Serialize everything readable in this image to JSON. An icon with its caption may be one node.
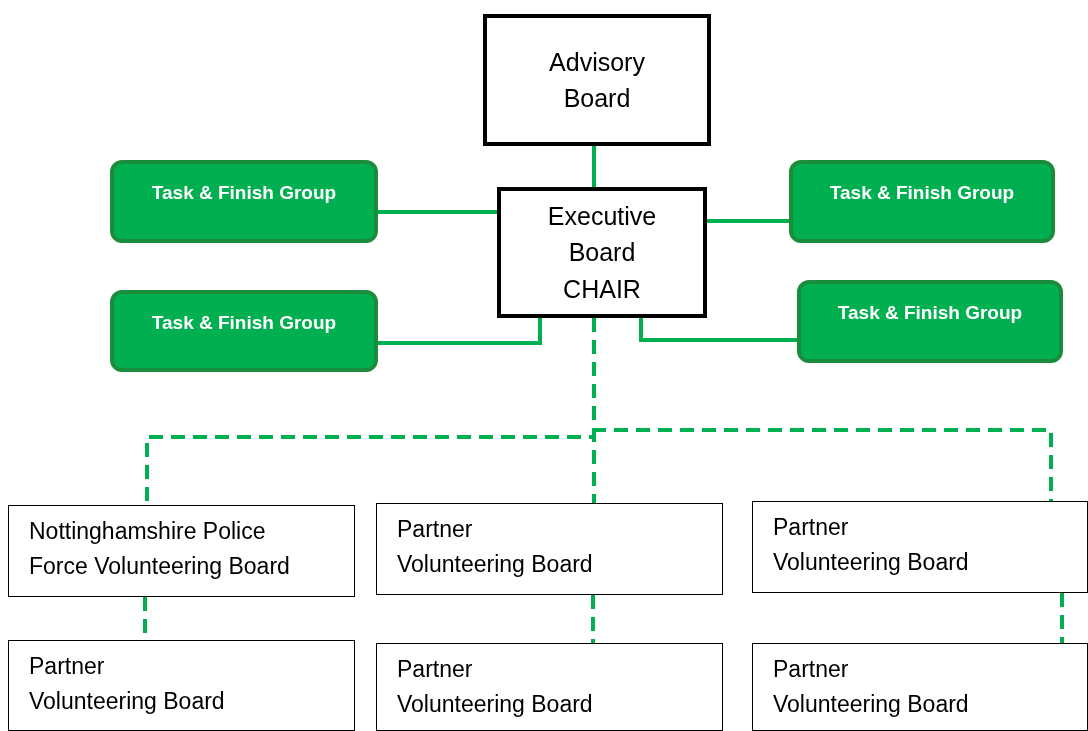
{
  "diagram": {
    "nodes": [
      {
        "text": [
          "Advisory Board"
        ]
      },
      {
        "text": [
          "Task & Finish Group"
        ]
      },
      {
        "text": [
          "Executive Board CHAIR"
        ]
      },
      {
        "text": [
          "Task & Finish Group"
        ]
      },
      {
        "text": [
          "Task & Finish Group"
        ]
      },
      {
        "text": [
          "Task & Finish Group"
        ]
      },
      {
        "text": [
          "Nottinghamshire Police Force Volunteering Board"
        ]
      },
      {
        "text": [
          "Partner Volunteering Board"
        ]
      },
      {
        "text": [
          "Partner Volunteering Board"
        ]
      },
      {
        "text": [
          "Partner Volunteering Board"
        ]
      },
      {
        "text": [
          "Partner Volunteering Board"
        ]
      },
      {
        "text": [
          "Partner Volunteering Board"
        ]
      }
    ],
    "edges": [
      {
        "from": 0,
        "to": 2,
        "arrow": "none"
      },
      {
        "from": 1,
        "to": 2,
        "arrow": "none"
      },
      {
        "from": 3,
        "to": 2,
        "arrow": "none"
      },
      {
        "from": 4,
        "to": 2,
        "arrow": "none"
      },
      {
        "from": 5,
        "to": 2,
        "arrow": "none"
      },
      {
        "from": 2,
        "to": 6,
        "arrow": "none",
        "style": "dashed"
      },
      {
        "from": 2,
        "to": 7,
        "arrow": "none",
        "style": "dashed"
      },
      {
        "from": 2,
        "to": 8,
        "arrow": "none",
        "style": "dashed"
      },
      {
        "from": 6,
        "to": 9,
        "arrow": "none",
        "style": "dashed"
      },
      {
        "from": 7,
        "to": 10,
        "arrow": "none",
        "style": "dashed"
      },
      {
        "from": 8,
        "to": 11,
        "arrow": "none",
        "style": "dashed"
      }
    ]
  }
}
